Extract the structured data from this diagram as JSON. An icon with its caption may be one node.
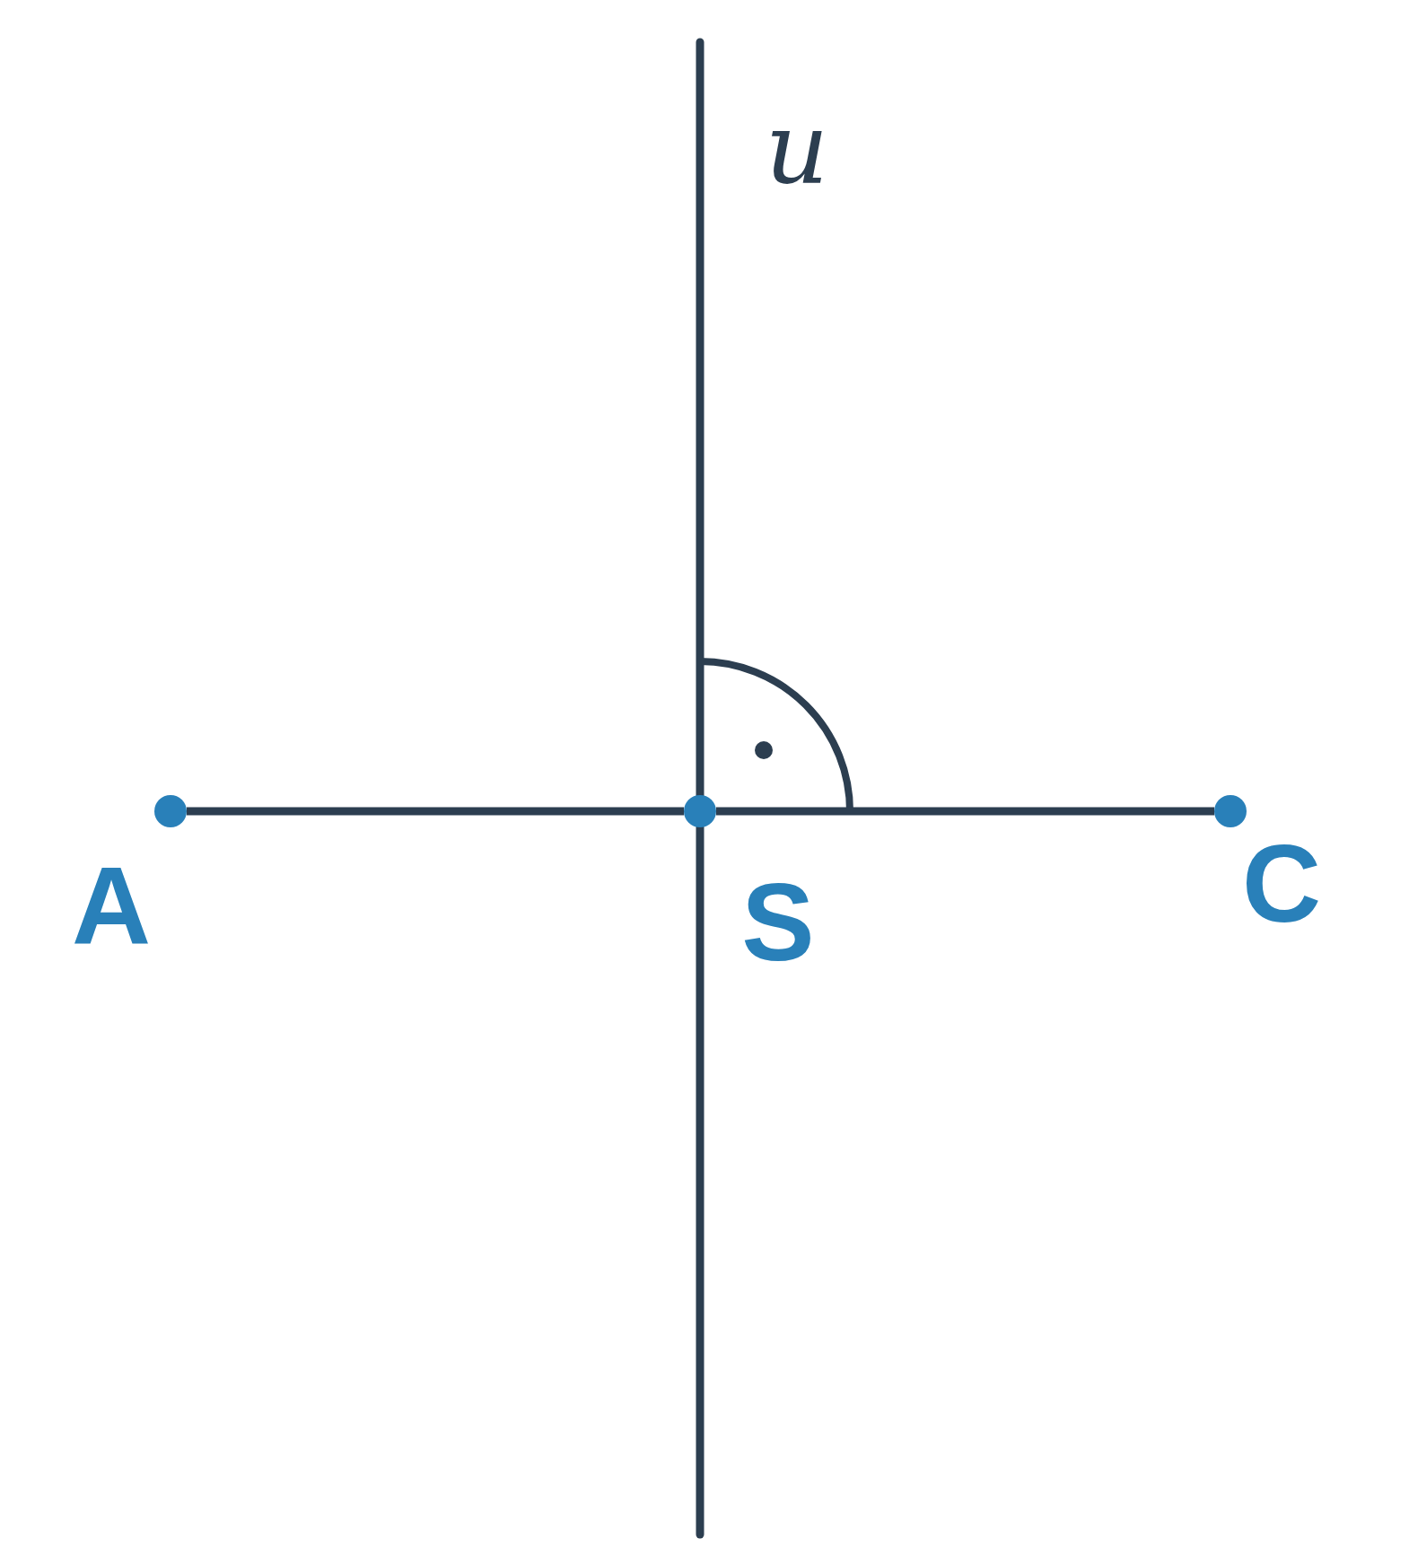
{
  "diagram": {
    "nodes": [
      {
        "text": [],
        "shape": "circle",
        "beside": [
          "A"
        ]
      },
      {
        "text": [],
        "shape": "circle",
        "beside": [
          "S"
        ]
      },
      {
        "text": [],
        "shape": "circle",
        "beside": [
          "C"
        ]
      }
    ],
    "edges": [
      {
        "from": 0,
        "to": 1,
        "arrow": "none"
      },
      {
        "from": 1,
        "to": 2,
        "arrow": "none"
      }
    ],
    "labels": [
      "u"
    ]
  }
}
